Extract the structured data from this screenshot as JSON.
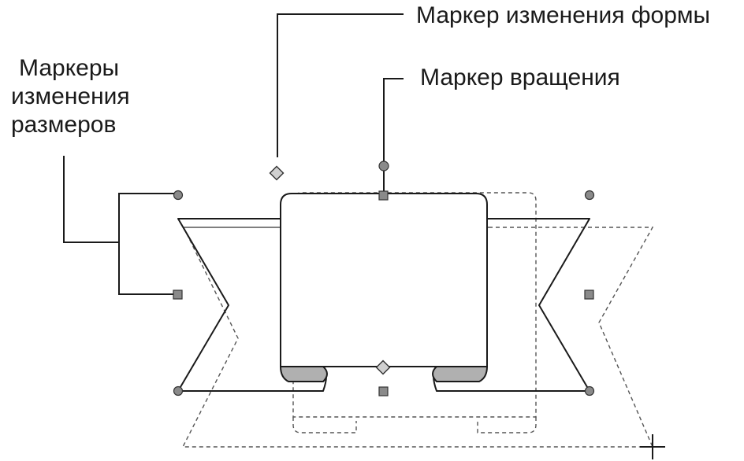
{
  "labels": {
    "shape_handle": "Маркер изменения формы",
    "rotation_handle": "Маркер вращения",
    "resize_handles_line1": "Маркеры",
    "resize_handles_line2": "изменения",
    "resize_handles_line3": "размеров"
  }
}
